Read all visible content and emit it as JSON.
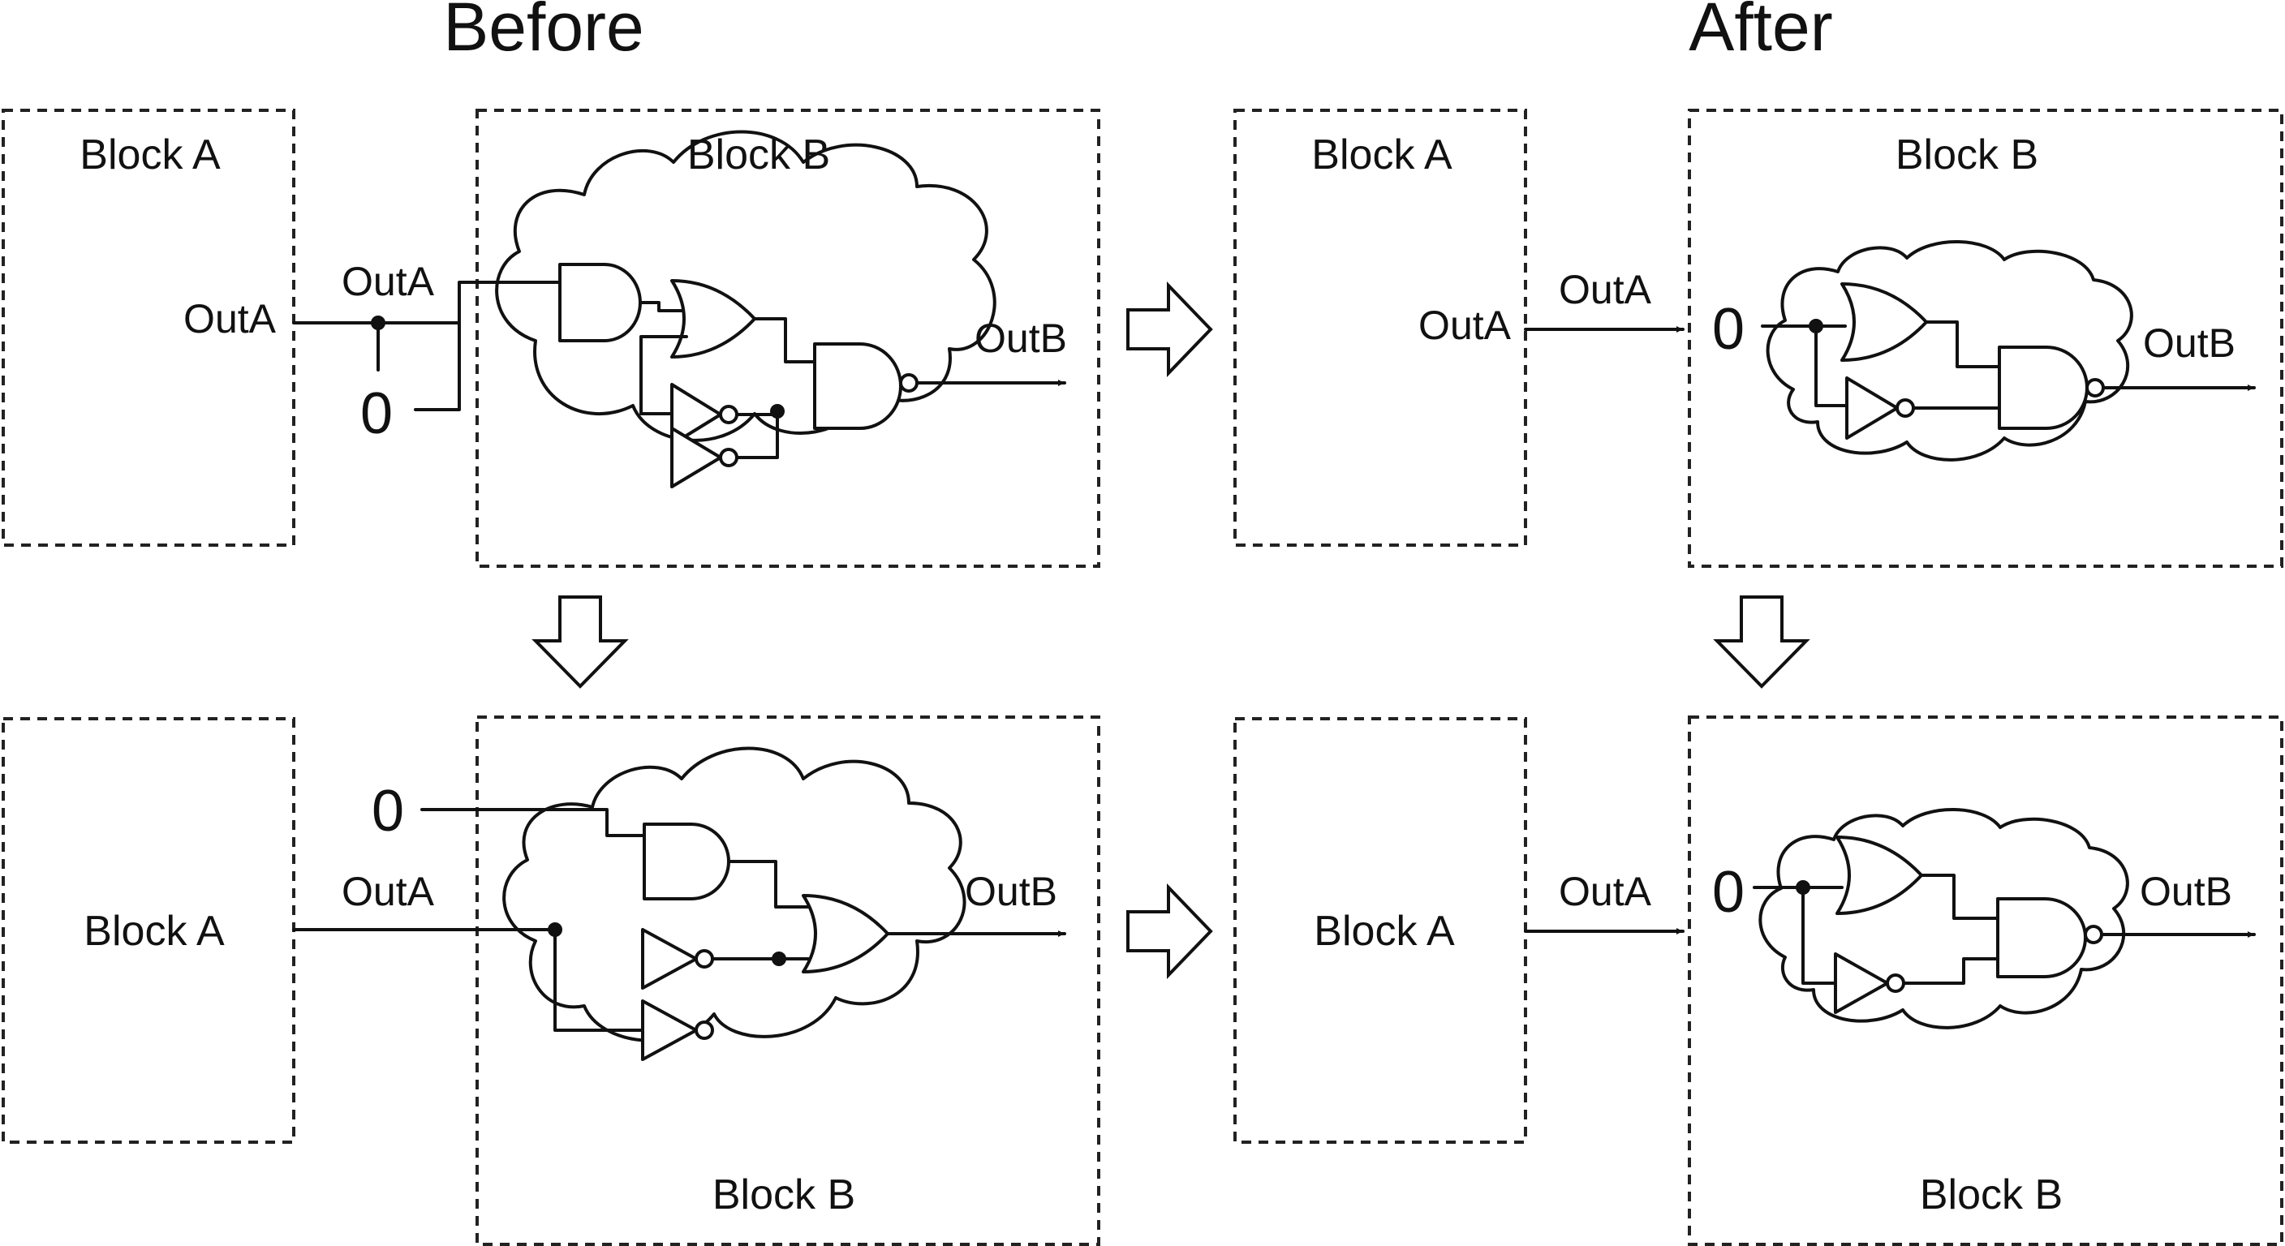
{
  "headings": {
    "before": "Before",
    "after": "After"
  },
  "labels": {
    "block_a": "Block A",
    "block_b": "Block B",
    "out_a": "OutA",
    "out_b": "OutB",
    "zero": "0"
  },
  "colors": {
    "line": "#111111",
    "background": "#ffffff"
  }
}
